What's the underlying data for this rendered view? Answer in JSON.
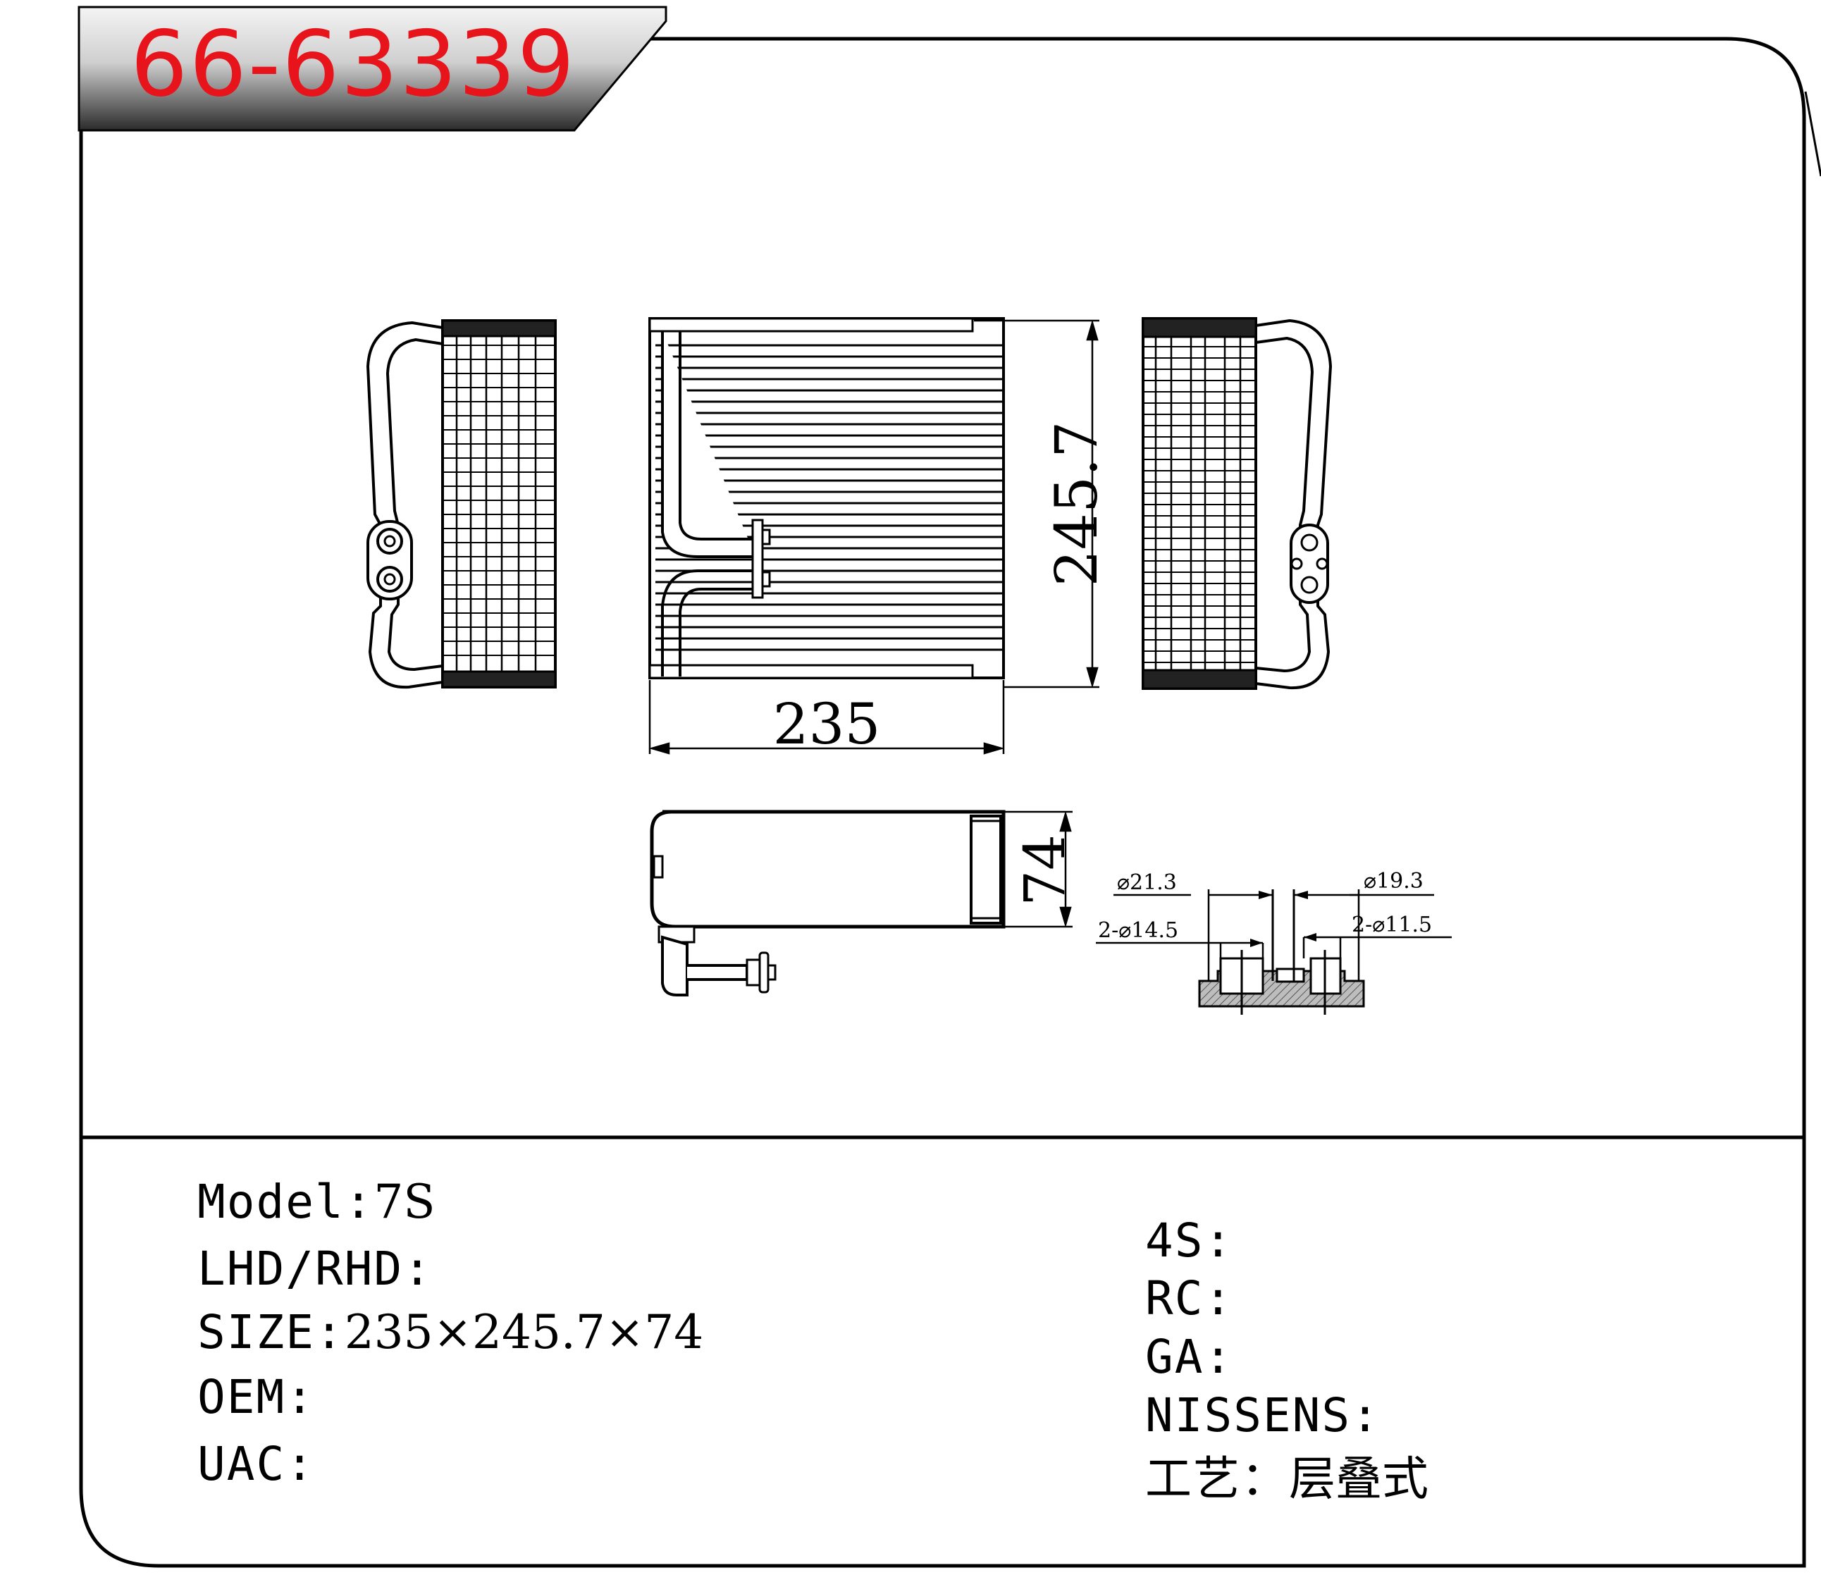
{
  "header": {
    "part_number": "66-63339"
  },
  "dimensions": {
    "width": "235",
    "height": "245.7",
    "depth": "74",
    "flange": {
      "outlet_diameter": "⌀21.3",
      "inlet_diameter": "⌀19.3",
      "bolt_holes_left": "2-⌀14.5",
      "bolt_holes_right": "2-⌀11.5"
    }
  },
  "specs_left": [
    {
      "label": "Model:",
      "value": "7S"
    },
    {
      "label": "LHD/RHD:",
      "value": ""
    },
    {
      "label": "SIZE:",
      "value": "235×245.7×74"
    },
    {
      "label": "OEM:",
      "value": ""
    },
    {
      "label": "UAC:",
      "value": ""
    }
  ],
  "specs_right": [
    {
      "label": "4S:",
      "value": ""
    },
    {
      "label": "RC:",
      "value": ""
    },
    {
      "label": "GA:",
      "value": ""
    },
    {
      "label": "NISSENS:",
      "value": ""
    },
    {
      "label": "工艺：",
      "value": "层叠式"
    }
  ],
  "colors": {
    "part_number": "#e8141b",
    "line": "#000000",
    "banner_dark": "#2b2b2b",
    "banner_light": "#f2f2f2"
  }
}
